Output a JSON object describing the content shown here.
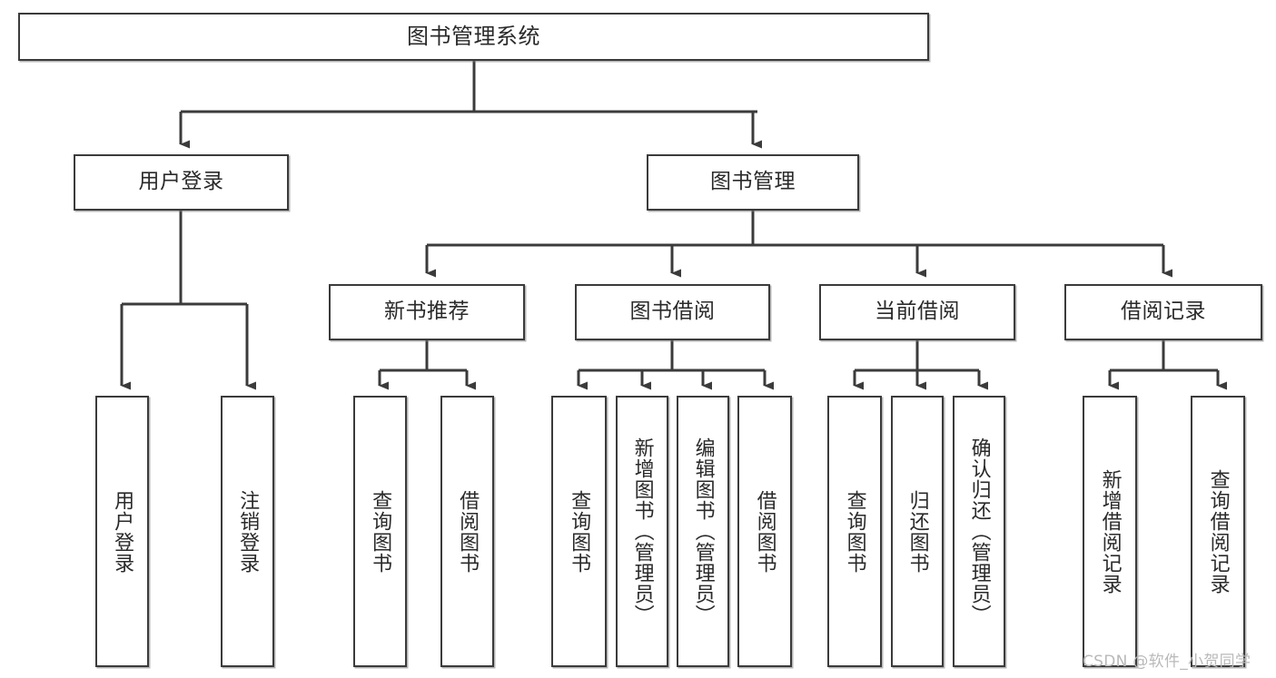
{
  "diagram": {
    "type": "hierarchy-tree",
    "title": "图书管理系统",
    "watermark": "CSDN @软件_小贺同学",
    "colors": {
      "box_border": "#3b3b3b",
      "box_fill": "#ffffff",
      "connector": "#3b3b3b",
      "text": "#2a2a2a",
      "watermark": "#b9b9b9"
    },
    "nodes": {
      "root": {
        "label": "图书管理系统"
      },
      "level2": [
        {
          "id": "user-login",
          "label": "用户登录"
        },
        {
          "id": "book-manage",
          "label": "图书管理"
        }
      ],
      "level3": [
        {
          "id": "new-book-recommend",
          "label": "新书推荐"
        },
        {
          "id": "book-borrow",
          "label": "图书借阅"
        },
        {
          "id": "current-borrow",
          "label": "当前借阅"
        },
        {
          "id": "borrow-record",
          "label": "借阅记录"
        }
      ],
      "leaves": {
        "user-login": [
          {
            "id": "leaf-user-login",
            "label": "用户登录"
          },
          {
            "id": "leaf-logout-login",
            "label": "注销登录"
          }
        ],
        "new-book-recommend": [
          {
            "id": "leaf-query-book-1",
            "label": "查询图书"
          },
          {
            "id": "leaf-borrow-book-1",
            "label": "借阅图书"
          }
        ],
        "book-borrow": [
          {
            "id": "leaf-query-book-2",
            "label": "查询图书"
          },
          {
            "id": "leaf-add-book-admin",
            "label": "新增图书（管理员）"
          },
          {
            "id": "leaf-edit-book-admin",
            "label": "编辑图书（管理员）"
          },
          {
            "id": "leaf-borrow-book-2",
            "label": "借阅图书"
          }
        ],
        "current-borrow": [
          {
            "id": "leaf-query-book-3",
            "label": "查询图书"
          },
          {
            "id": "leaf-return-book",
            "label": "归还图书"
          },
          {
            "id": "leaf-confirm-return-admin",
            "label": "确认归还（管理员）"
          }
        ],
        "borrow-record": [
          {
            "id": "leaf-add-borrow-record",
            "label": "新增借阅记录"
          },
          {
            "id": "leaf-query-borrow-record",
            "label": "查询借阅记录"
          }
        ]
      }
    }
  }
}
